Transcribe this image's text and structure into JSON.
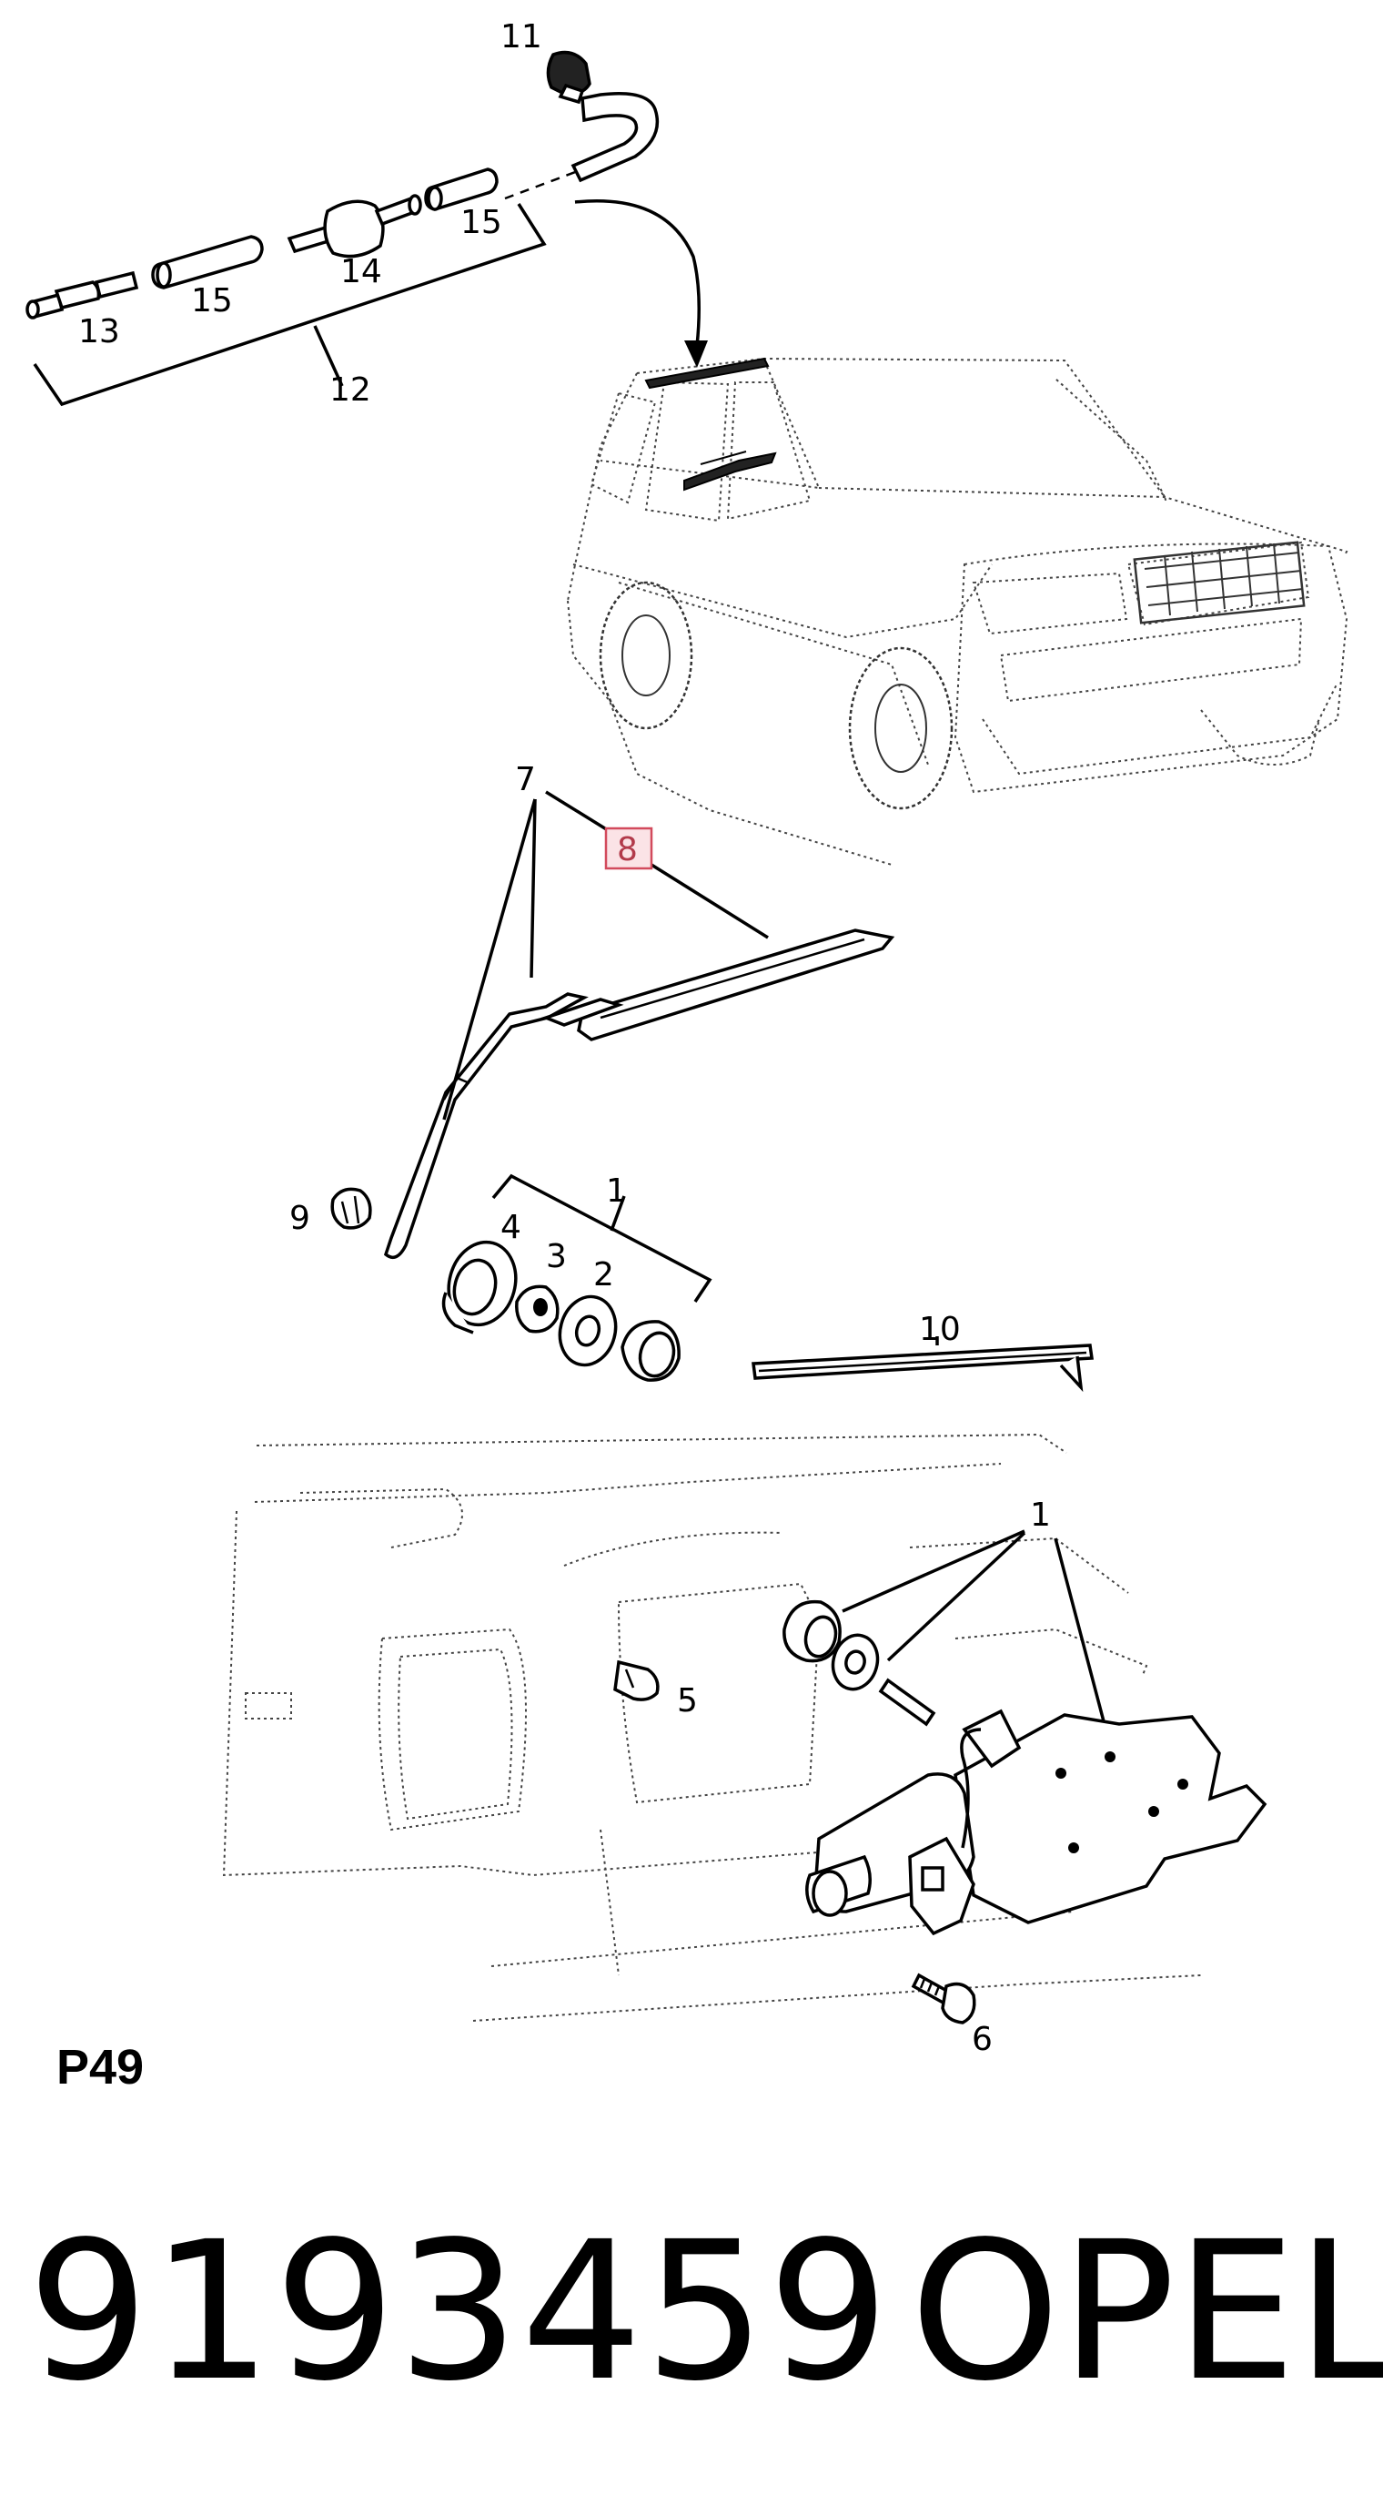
{
  "callouts": {
    "c11": "11",
    "c15a": "15",
    "c14": "14",
    "c15b": "15",
    "c13": "13",
    "c12": "12",
    "c7": "7",
    "c8": "8",
    "c1a": "1",
    "c9": "9",
    "c4": "4",
    "c3": "3",
    "c2": "2",
    "c10": "10",
    "c1b": "1",
    "c5": "5",
    "c6": "6"
  },
  "highlight_color": "#d24a5c",
  "page_code": "P49",
  "part_number": "9193459",
  "brand": "OPEL"
}
